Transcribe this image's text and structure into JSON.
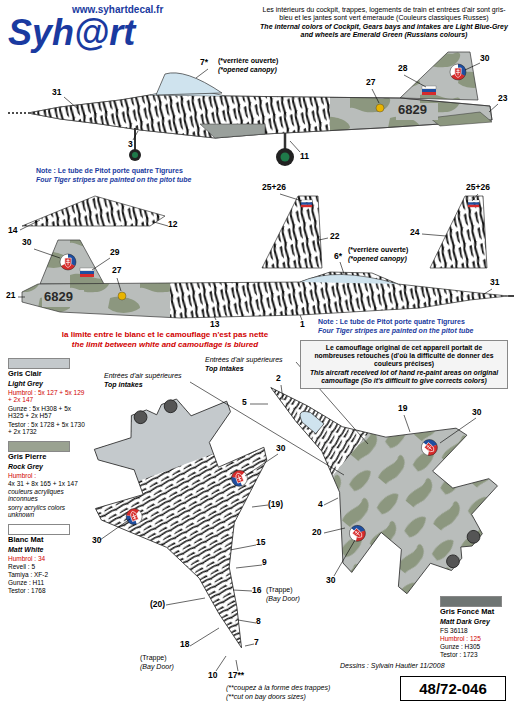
{
  "diagram": {
    "nodes": [
      {
        "text": [
          "Le camouflage original de cet appareil portait de nombreuses retouches (d'où la difficulté de donner des couleurs précises)",
          "This aircraft received lot of hand re-paint areas on original camouflage (So it's difficult to give corrects colors)"
        ]
      },
      {
        "text": [
          "48/72-046"
        ]
      }
    ],
    "labels": [
      "www.syhartdecal.fr",
      "Syh@rt",
      "Les intérieurs du cockpit, trappes, logements de train et entrées d'air sont gris-bleu et les jantes sont vert émeraude (Couleurs classiques Russes)",
      "The internal colors of Cockpit, Gears bays and intakes are Light Blue-Grey and wheels are Emerald Green (Russians colours)",
      "31",
      "7*",
      "(*verrière ouverte)",
      "(*opened canopy)",
      "30",
      "28",
      "27",
      "23",
      "6829",
      "3",
      "11",
      "Note : Le tube de Pitot porte quatre Tigrures",
      "Four Tiger stripes are painted on the pitot tube",
      "14",
      "12",
      "25+26",
      "22",
      "25+26",
      "24",
      "30",
      "29",
      "21",
      "27",
      "6829",
      "6*",
      "(*verrière ouverte)",
      "(*opened canopy)",
      "31",
      "13",
      "1",
      "Note : Le tube de Pitot porte quatre Tigrures",
      "Four Tiger stripes are painted on the pitot tube",
      "la limite entre le blanc et le camouflage n'est pas nette",
      "the limit between white and camouflage is blured",
      "Entrées d'air supérieures",
      "Top intakes",
      "2",
      "19",
      "5",
      "Entrées d'air supérieures",
      "Top intakes",
      "4",
      "30",
      "20",
      "30",
      "30",
      "(19)",
      "15",
      "9",
      "16",
      "(Trappe)",
      "(Bay Door)",
      "8",
      "7",
      "30",
      "(20)",
      "18",
      "(Trappe)",
      "(Bay Door)",
      "10",
      "17**",
      "(**coupez à la forme des trappes)",
      "(**cut on bay doors sizes)",
      "Light Grey",
      "Humbrol : 5x 127 + 5x 129 + 2x 147",
      "Gunze : 5x H308 + 5x H325 + 2x H57",
      "Testor : 5x 1728 + 5x 1730 + 2x 1732",
      "Rock Grey",
      "Humbrol :",
      "4x 31 + 8x 165 + 1x 147",
      "couleurs acryliques inconnues",
      "sorry acrylics colors unknown",
      "Matt White",
      "Humbrol : 34",
      "Revell : 5",
      "Tamiya : XF-2",
      "Gunze : H11",
      "Testor : 1768",
      "Matt Dark Grey",
      "FS 36118",
      "Humbrol : 125",
      "Gunze : H305",
      "Testor : 1723",
      "Dessins : Sylvain Hautier 11/2008"
    ],
    "legend": [
      {
        "text": "Gris Clair",
        "color": "#c4c9cc"
      },
      {
        "text": "Gris Pierre",
        "color": "#9aa291"
      },
      {
        "text": "Blanc Mat",
        "color": "#ffffff"
      },
      {
        "text": "Gris Foncé Mat",
        "color": "#6f7573"
      }
    ]
  }
}
